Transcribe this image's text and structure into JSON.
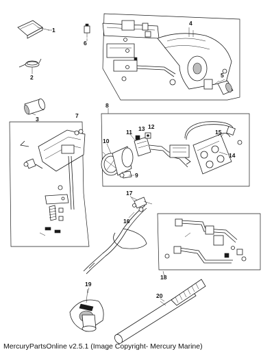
{
  "callouts": [
    {
      "id": "1",
      "label": "1"
    },
    {
      "id": "2",
      "label": "2"
    },
    {
      "id": "3",
      "label": "3"
    },
    {
      "id": "4",
      "label": "4"
    },
    {
      "id": "5",
      "label": "5"
    },
    {
      "id": "6",
      "label": "6"
    },
    {
      "id": "7",
      "label": "7"
    },
    {
      "id": "8",
      "label": "8"
    },
    {
      "id": "9",
      "label": "9"
    },
    {
      "id": "10",
      "label": "10"
    },
    {
      "id": "11",
      "label": "11"
    },
    {
      "id": "12",
      "label": "12"
    },
    {
      "id": "13",
      "label": "13"
    },
    {
      "id": "14",
      "label": "14"
    },
    {
      "id": "15",
      "label": "15"
    },
    {
      "id": "16",
      "label": "16"
    },
    {
      "id": "17",
      "label": "17"
    },
    {
      "id": "18",
      "label": "18"
    },
    {
      "id": "19",
      "label": "19"
    },
    {
      "id": "20",
      "label": "20"
    }
  ],
  "footer": {
    "text": "MercuryPartsOnline v2.5.1 (Image Copyright- Mercury Marine)"
  }
}
